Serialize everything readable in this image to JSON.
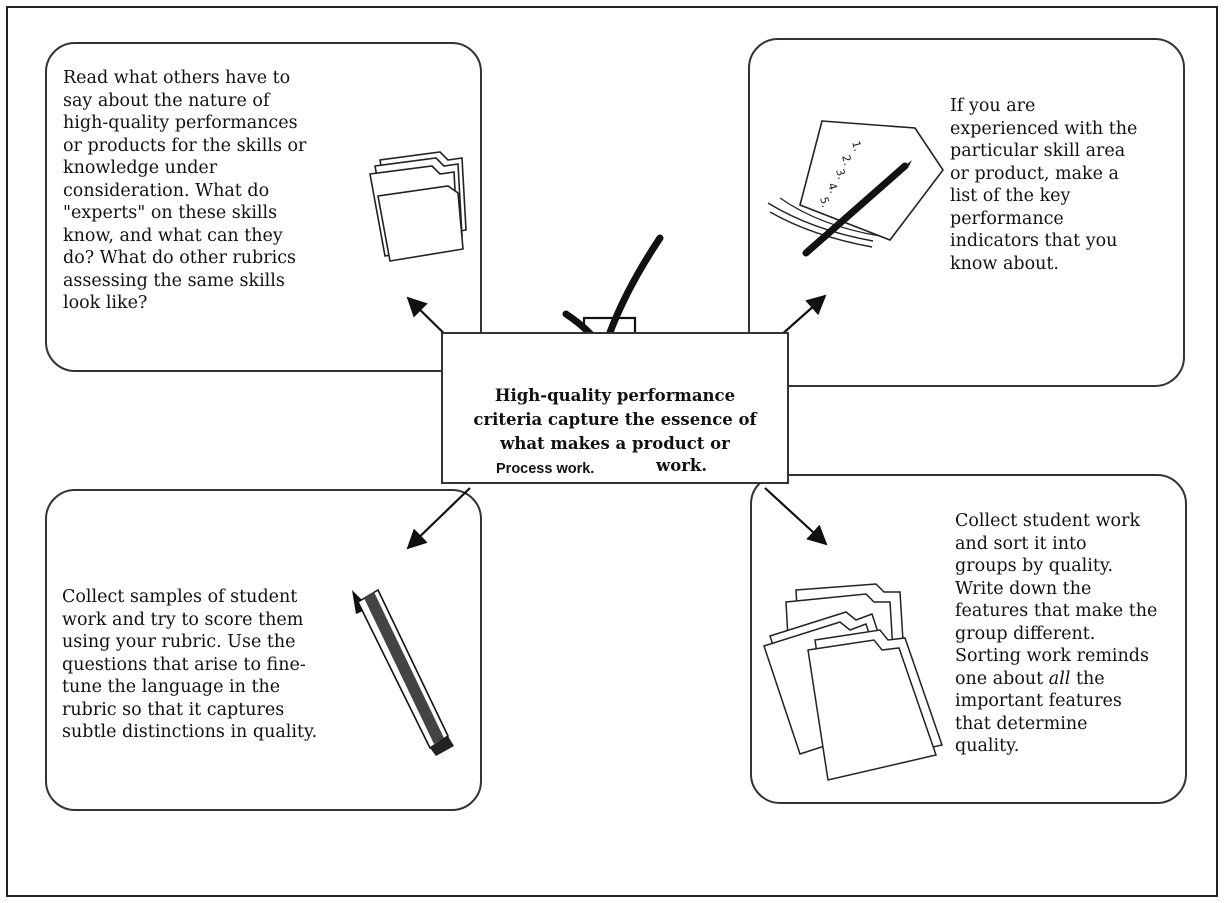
{
  "boxes": {
    "top_left": "Read what others have to\nsay about the nature of\nhigh-quality performances\nor products for the skills or\nknowledge under\nconsideration. What do\n\"experts\" on these skills\nknow, and what can they\ndo? What do other rubrics\nassessing the same skills\nlook like?",
    "top_right": "If you are\nexperienced with the\nparticular skill area\nor product, make a\nlist of the key\nperformance\nindicators that you\nknow about.",
    "bottom_left": "Collect samples of student\nwork and try to score them\nusing your rubric. Use the\nquestions that arise to fine-\ntune the language in the\nrubric so that it captures\nsubtle distinctions in quality.",
    "bottom_right": {
      "part1": "Collect student work\nand sort it into\ngroups by quality.\nWrite down the\nfeatures that make the\ngroup different.\nSorting work reminds\none about ",
      "emphasis": "all",
      "part2": " the\nimportant features\nthat determine\nquality."
    }
  },
  "center": {
    "main": "High-quality performance\ncriteria capture the essence of\nwhat makes a product or",
    "overlay": "Process work.",
    "last_word": "work."
  },
  "list_numbers": [
    "1.",
    "2.",
    "3.",
    "4.",
    "5."
  ],
  "icons": [
    "folder-icon",
    "checklist-icon",
    "pencil-icon",
    "folders-stack-icon",
    "checkmark-icon"
  ]
}
